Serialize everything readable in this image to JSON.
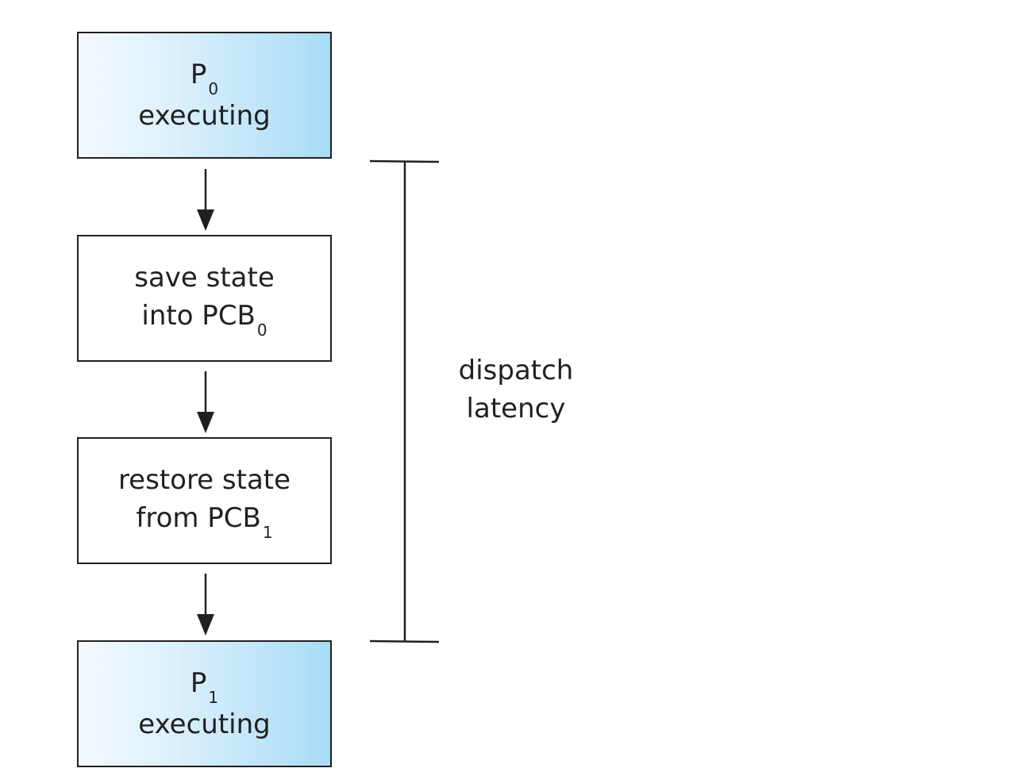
{
  "steps": [
    {
      "main": "P",
      "sub": "0",
      "line2": "executing",
      "style": "exec"
    },
    {
      "line1": "save state",
      "line2_main": "into PCB",
      "line2_sub": "0",
      "style": "plain"
    },
    {
      "line1": "restore state",
      "line2_main": "from PCB",
      "line2_sub": "1",
      "style": "plain"
    },
    {
      "main": "P",
      "sub": "1",
      "line2": "executing",
      "style": "exec"
    }
  ],
  "latency": {
    "line1": "dispatch",
    "line2": "latency"
  },
  "colors": {
    "stroke": "#231f20",
    "exec_fill_start": "#f4fafe",
    "exec_fill_end": "#a8dcf5"
  }
}
